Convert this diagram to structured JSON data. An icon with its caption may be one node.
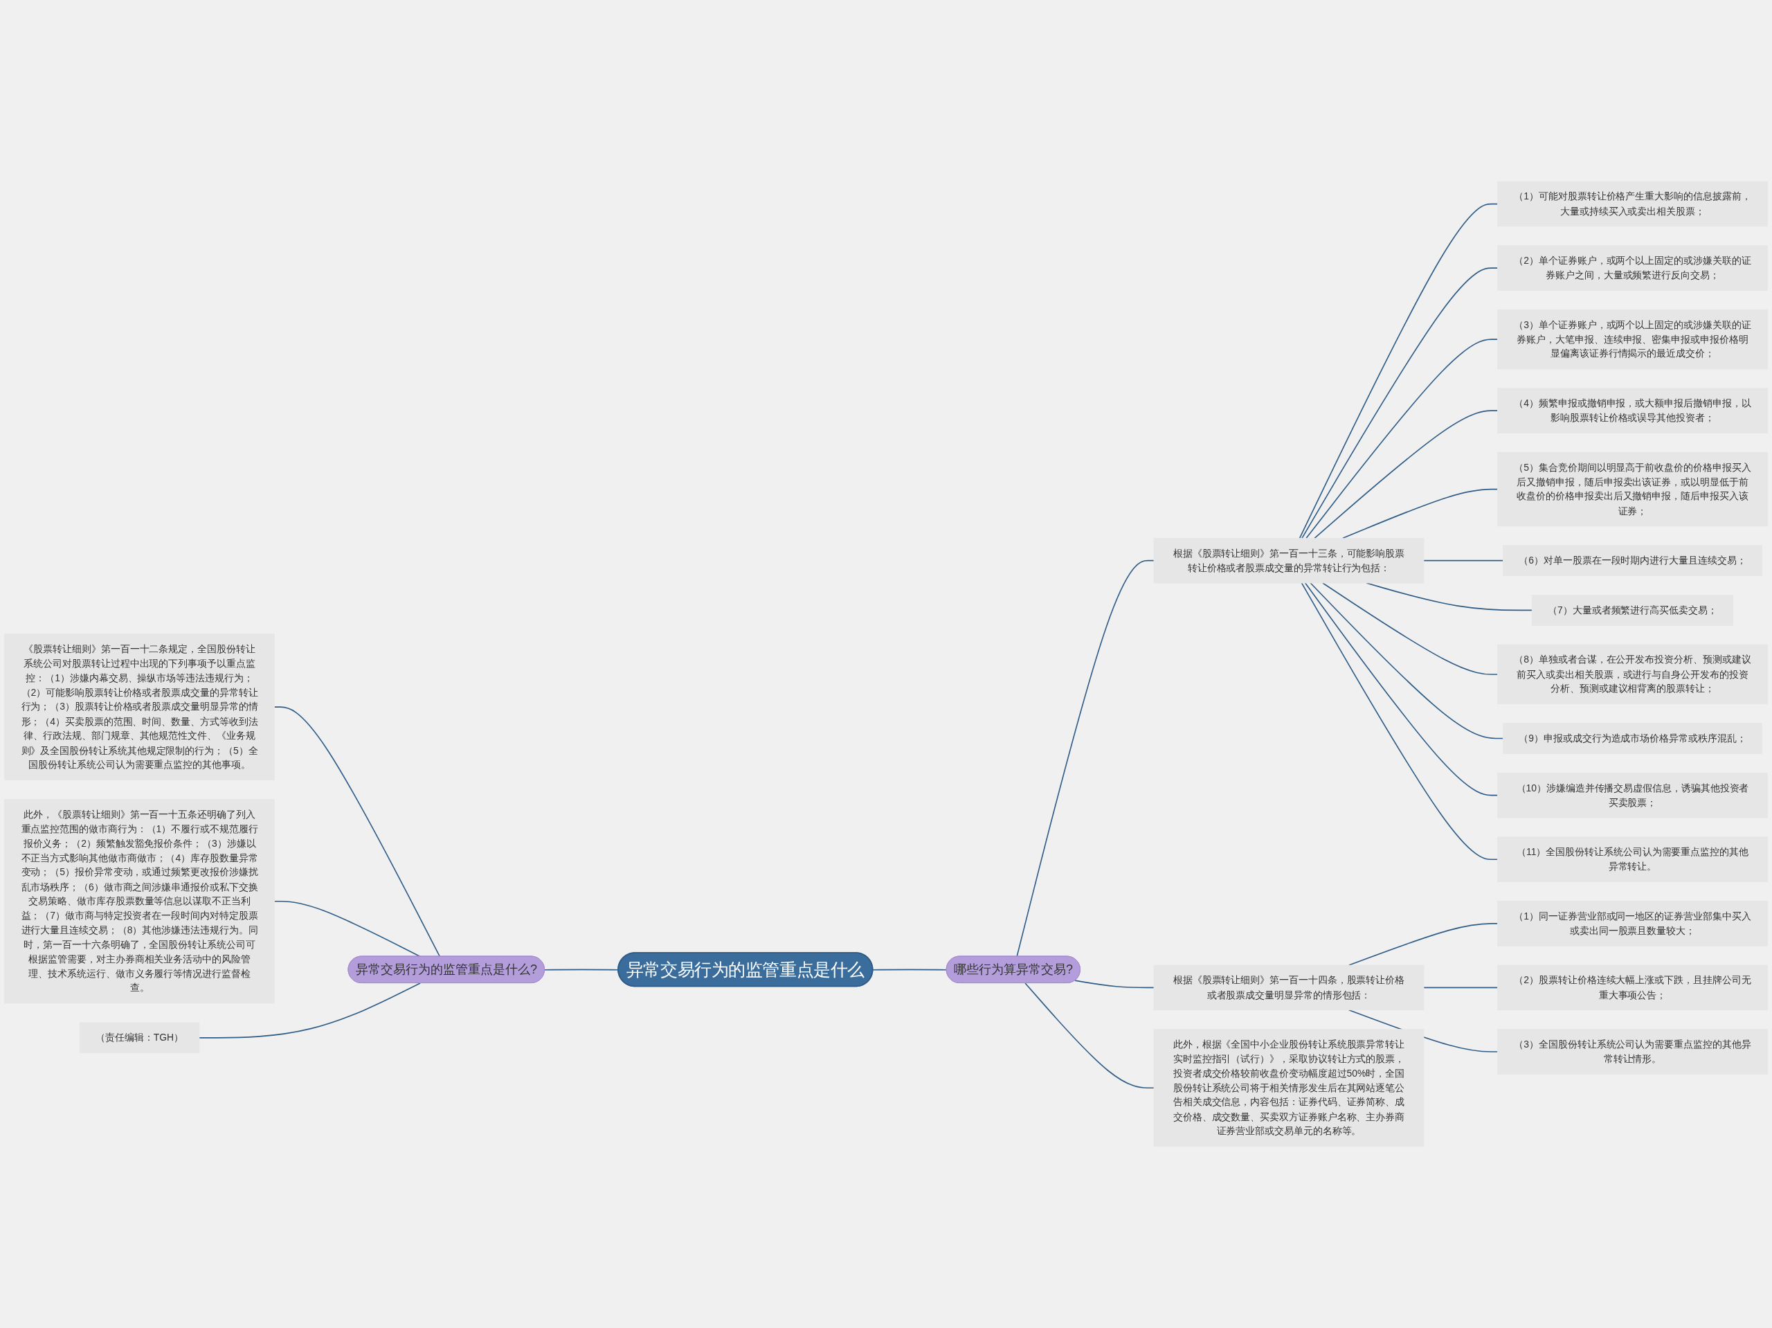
{
  "diagram": {
    "nodes": [
      {
        "text": [
          "异常交易行为的监管重点是什么"
        ]
      },
      {
        "text": [
          "异常交易行为的监管重点是什么?"
        ]
      },
      {
        "text": [
          "《股票转让细则》第一百一十二条规定，全国股份转让系统公司对股票转让过程中出现的下列事项予以重点监控：（1）涉嫌内幕交易、操纵市场等违法违规行为；（2）可能影响股票转让价格或者股票成交量的异常转让行为；（3）股票转让价格或者股票成交量明显异常的情形；（4）买卖股票的范围、时间、数量、方式等收到法律、行政法规、部门规章、其他规范性文件、《业务规则》及全国股份转让系统其他规定限制的行为；（5）全国股份转让系统公司认为需要重点监控的其他事项。"
        ]
      },
      {
        "text": [
          "此外，《股票转让细则》第一百一十五条还明确了列入重点监控范围的做市商行为：（1）不履行或不规范履行报价义务；（2）频繁触发豁免报价条件；（3）涉嫌以不正当方式影响其他做市商做市；（4）库存股数量异常变动；（5）报价异常变动，或通过频繁更改报价涉嫌扰乱市场秩序；（6）做市商之间涉嫌串通报价或私下交换交易策略、做市库存股票数量等信息以谋取不正当利益；（7）做市商与特定投资者在一段时间内对特定股票进行大量且连续交易；（8）其他涉嫌违法违规行为。同时，第一百一十六条明确了，全国股份转让系统公司可根据监管需要，对主办券商相关业务活动中的风险管理、技术系统运行、做市义务履行等情况进行监督检查。"
        ]
      },
      {
        "text": [
          "（责任编辑：TGH）"
        ]
      },
      {
        "text": [
          "哪些行为算异常交易?"
        ]
      },
      {
        "text": [
          "根据《股票转让细则》第一百一十三条，可能影响股票转让价格或者股票成交量的异常转让行为包括："
        ]
      },
      {
        "text": [
          "（1）可能对股票转让价格产生重大影响的信息披露前，大量或持续买入或卖出相关股票；"
        ]
      },
      {
        "text": [
          "（2）单个证券账户，或两个以上固定的或涉嫌关联的证券账户之间，大量或频繁进行反向交易；"
        ]
      },
      {
        "text": [
          "（3）单个证券账户，或两个以上固定的或涉嫌关联的证券账户，大笔申报、连续申报、密集申报或申报价格明显偏离该证券行情揭示的最近成交价；"
        ]
      },
      {
        "text": [
          "（4）频繁申报或撤销申报，或大额申报后撤销申报，以影响股票转让价格或误导其他投资者；"
        ]
      },
      {
        "text": [
          "（5）集合竞价期间以明显高于前收盘价的价格申报买入后又撤销申报，随后申报卖出该证券，或以明显低于前收盘价的价格申报卖出后又撤销申报，随后申报买入该证券；"
        ]
      },
      {
        "text": [
          "（6）对单一股票在一段时期内进行大量且连续交易；"
        ]
      },
      {
        "text": [
          "（7）大量或者频繁进行高买低卖交易；"
        ]
      },
      {
        "text": [
          "（8）单独或者合谋，在公开发布投资分析、预测或建议前买入或卖出相关股票，或进行与自身公开发布的投资分析、预测或建议相背离的股票转让；"
        ]
      },
      {
        "text": [
          "（9）申报或成交行为造成市场价格异常或秩序混乱；"
        ]
      },
      {
        "text": [
          "（10）涉嫌编造并传播交易虚假信息，诱骗其他投资者买卖股票；"
        ]
      },
      {
        "text": [
          "（11）全国股份转让系统公司认为需要重点监控的其他异常转让。"
        ]
      },
      {
        "text": [
          "根据《股票转让细则》第一百一十四条，股票转让价格或者股票成交量明显异常的情形包括："
        ]
      },
      {
        "text": [
          "（1）同一证券营业部或同一地区的证券营业部集中买入或卖出同一股票且数量较大；"
        ]
      },
      {
        "text": [
          "（2）股票转让价格连续大幅上涨或下跌，且挂牌公司无重大事项公告；"
        ]
      },
      {
        "text": [
          "（3）全国股份转让系统公司认为需要重点监控的其他异常转让情形。"
        ]
      },
      {
        "text": [
          "此外，根据《全国中小企业股份转让系统股票异常转让实时监控指引（试行）》，采取协议转让方式的股票，投资者成交价格较前收盘价变动幅度超过50%时，全国股份转让系统公司将于相关情形发生后在其网站逐笔公告相关成交信息，内容包括：证券代码、证券简称、成交价格、成交数量、买卖双方证券账户名称、主办券商证券营业部或交易单元的名称等。"
        ]
      }
    ],
    "edges": [
      {
        "from": 0,
        "to": 1,
        "arrow": "none"
      },
      {
        "from": 0,
        "to": 5,
        "arrow": "none"
      },
      {
        "from": 1,
        "to": 2,
        "arrow": "none"
      },
      {
        "from": 1,
        "to": 3,
        "arrow": "none"
      },
      {
        "from": 1,
        "to": 4,
        "arrow": "none"
      },
      {
        "from": 5,
        "to": 6,
        "arrow": "none"
      },
      {
        "from": 5,
        "to": 18,
        "arrow": "none"
      },
      {
        "from": 5,
        "to": 22,
        "arrow": "none"
      },
      {
        "from": 6,
        "to": 7,
        "arrow": "none"
      },
      {
        "from": 6,
        "to": 8,
        "arrow": "none"
      },
      {
        "from": 6,
        "to": 9,
        "arrow": "none"
      },
      {
        "from": 6,
        "to": 10,
        "arrow": "none"
      },
      {
        "from": 6,
        "to": 11,
        "arrow": "none"
      },
      {
        "from": 6,
        "to": 12,
        "arrow": "none"
      },
      {
        "from": 6,
        "to": 13,
        "arrow": "none"
      },
      {
        "from": 6,
        "to": 14,
        "arrow": "none"
      },
      {
        "from": 6,
        "to": 15,
        "arrow": "none"
      },
      {
        "from": 6,
        "to": 16,
        "arrow": "none"
      },
      {
        "from": 6,
        "to": 17,
        "arrow": "none"
      },
      {
        "from": 18,
        "to": 19,
        "arrow": "none"
      },
      {
        "from": 18,
        "to": 20,
        "arrow": "none"
      },
      {
        "from": 18,
        "to": 21,
        "arrow": "none"
      }
    ]
  }
}
